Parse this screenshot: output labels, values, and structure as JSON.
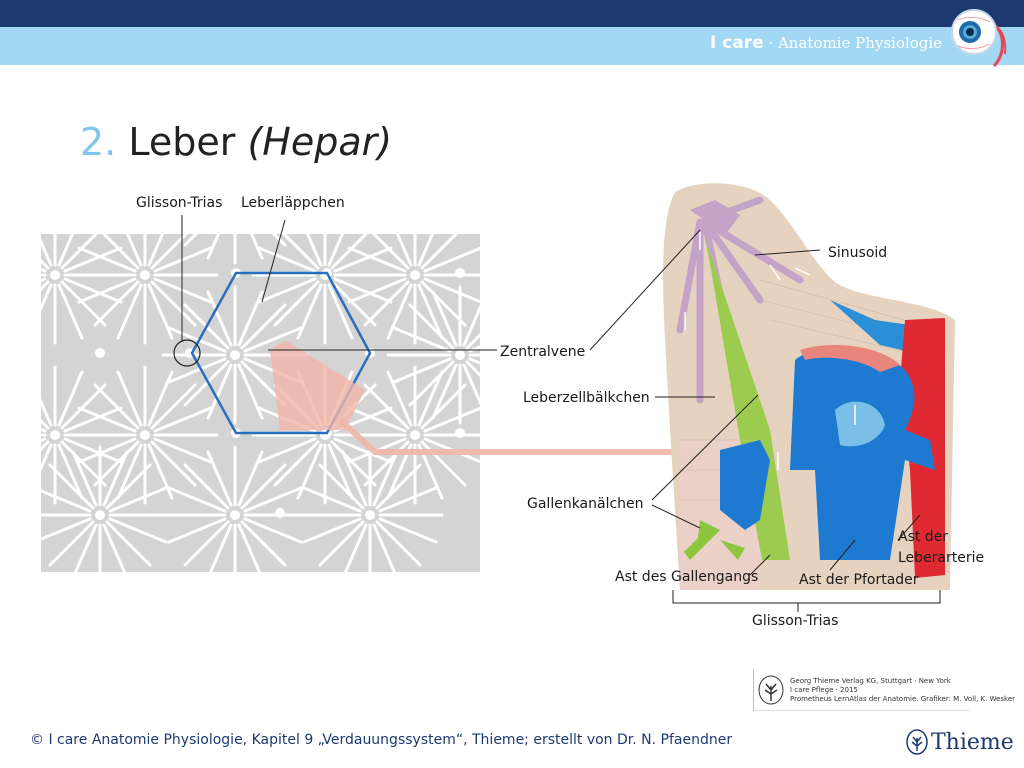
{
  "header": {
    "brand_bold": "I care",
    "brand_rest": " · Anatomie Physiologie"
  },
  "title": {
    "number": "2.",
    "main": "Leber",
    "latin": "(Hepar)"
  },
  "labels": {
    "glisson_trias_top": "Glisson-Trias",
    "leberlaeppchen": "Leberläppchen",
    "sinusoid": "Sinusoid",
    "zentralvene": "Zentralvene",
    "leberzellbaelkchen": "Leberzellbälkchen",
    "gallenkanaelchen": "Gallenkanälchen",
    "ast_der_leberarterie_1": "Ast der",
    "ast_der_leberarterie_2": "Leberarterie",
    "ast_des_gallengangs": "Ast des Gallengangs",
    "ast_der_pfortader": "Ast der Pfortader",
    "glisson_trias_bottom": "Glisson-Trias"
  },
  "credit": {
    "line1": "Georg Thieme Verlag KG, Stuttgart · New York",
    "line2": "I care Pflege · 2015",
    "line3": "Prometheus LernAtlas der Anatomie. Grafiker: M. Voll, K. Wesker"
  },
  "footer": {
    "text": "© I care Anatomie Physiologie, Kapitel 9 „Verdauungssystem“, Thieme; erstellt von Dr. N. Pfaendner"
  },
  "logo": {
    "word": "Thieme"
  },
  "colors": {
    "dark_blue": "#1d3a70",
    "light_blue": "#a2d8f4",
    "hexagon": "#2a6fbf",
    "portal_vein": "#1e7ad0",
    "artery": "#e02a33",
    "bile_duct": "#8cc63f",
    "sinusoid": "#c5a3c9",
    "tissue": "#e6d3bf"
  }
}
